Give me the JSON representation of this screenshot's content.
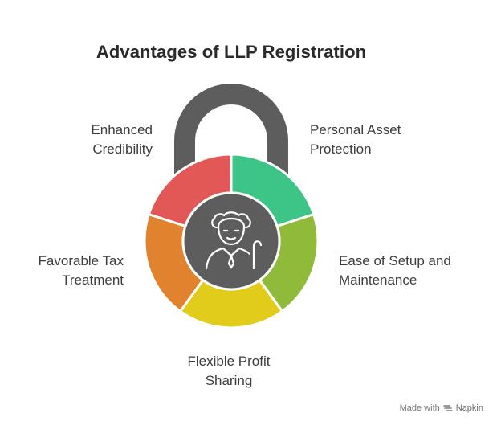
{
  "title": "Advantages of LLP Registration",
  "segments": [
    {
      "id": "credibility",
      "lines": [
        "Enhanced",
        "Credibility"
      ],
      "color": "#e25857"
    },
    {
      "id": "asset",
      "lines": [
        "Personal Asset",
        "Protection"
      ],
      "color": "#3dc588"
    },
    {
      "id": "setup",
      "lines": [
        "Ease of Setup and",
        "Maintenance"
      ],
      "color": "#90bb3a"
    },
    {
      "id": "profit",
      "lines": [
        "Flexible Profit",
        "Sharing"
      ],
      "color": "#e1cc1c"
    },
    {
      "id": "tax",
      "lines": [
        "Favorable Tax",
        "Treatment"
      ],
      "color": "#e0822e"
    }
  ],
  "colors": {
    "shackle": "#5d5d5d",
    "center": "#5d5d5d",
    "icon_stroke": "#ffffff"
  },
  "center_icon": "elderly-person-with-cane-icon",
  "footer": {
    "made_with": "Made with",
    "brand": "Napkin",
    "brand_icon": "napkin-logo-icon"
  }
}
